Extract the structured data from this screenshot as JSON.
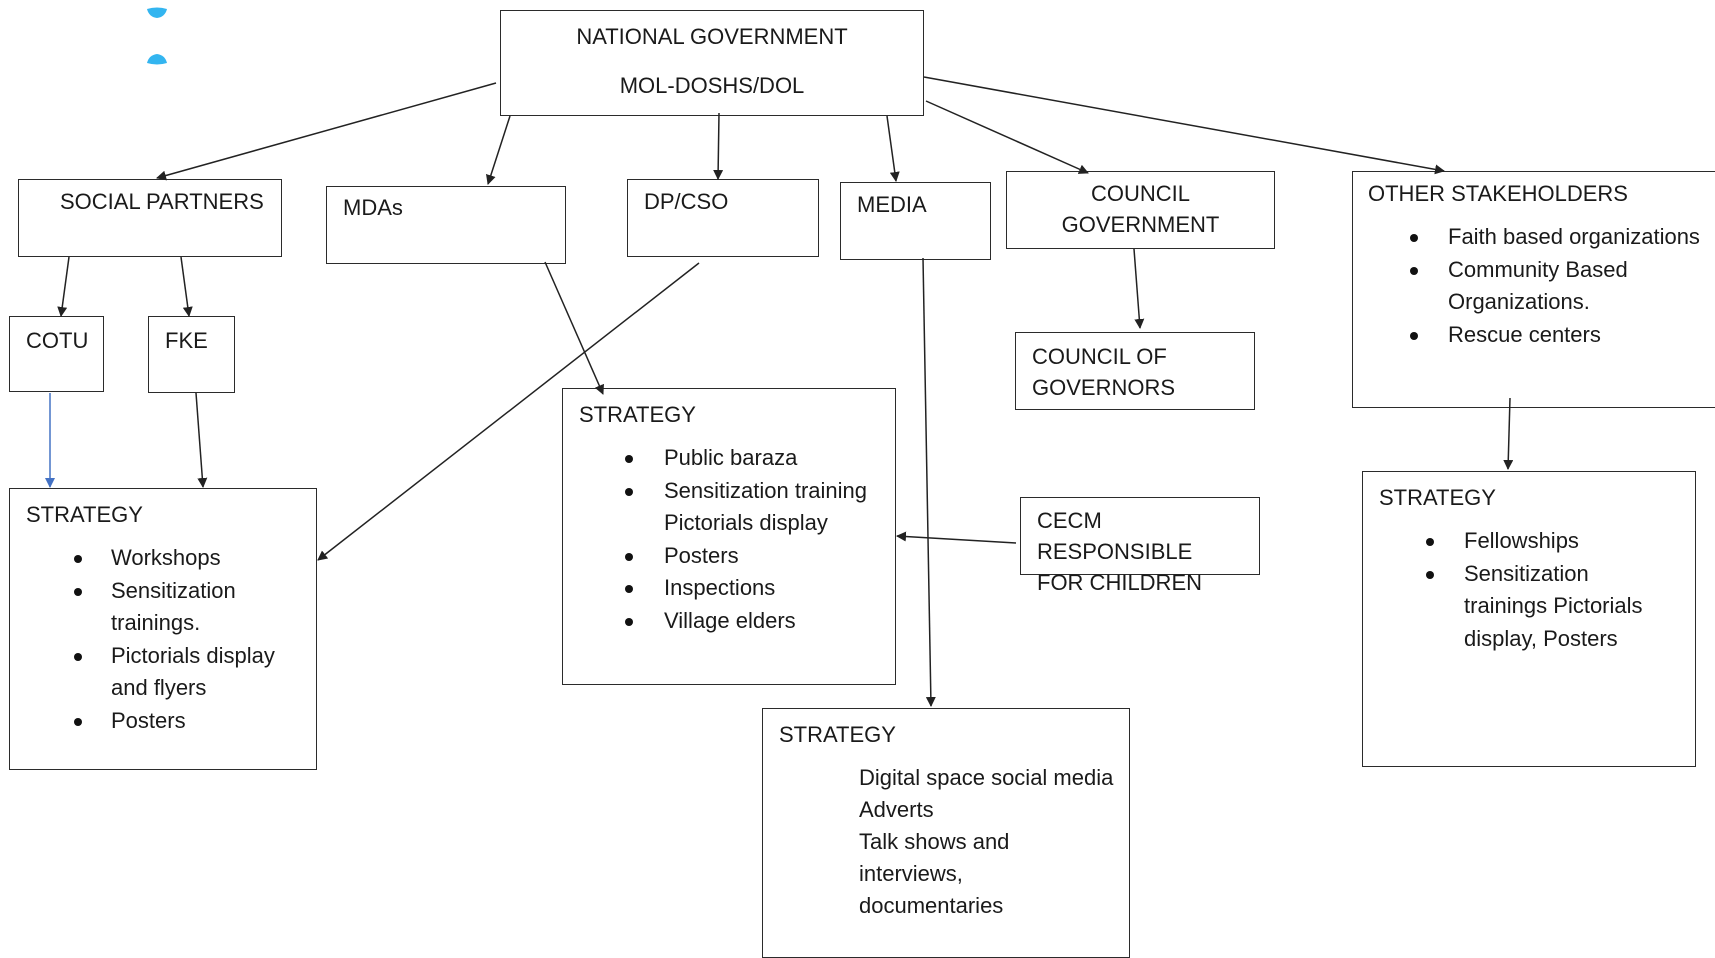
{
  "nodes": {
    "national": {
      "line1": "NATIONAL GOVERNMENT",
      "line2": "MOL-DOSHS/DOL"
    },
    "social_partners": {
      "label": "SOCIAL PARTNERS"
    },
    "mdas": {
      "label": "MDAs"
    },
    "dp_cso": {
      "label": "DP/CSO"
    },
    "media": {
      "label": "MEDIA"
    },
    "council_government": {
      "line1": "COUNCIL",
      "line2": "GOVERNMENT"
    },
    "other_stakeholders": {
      "label": "OTHER STAKEHOLDERS",
      "items": [
        "Faith based organizations",
        "Community Based Organizations.",
        "Rescue centers"
      ]
    },
    "cotu": {
      "label": "COTU"
    },
    "fke": {
      "label": "FKE"
    },
    "council_of_governors": {
      "line1": "COUNCIL OF",
      "line2": "GOVERNORS"
    },
    "cecm": {
      "line1": "CECM RESPONSIBLE",
      "line2": "FOR CHILDREN"
    },
    "strategy_social": {
      "title": "STRATEGY",
      "items": [
        "Workshops",
        "Sensitization trainings.",
        "Pictorials display and flyers",
        "Posters"
      ]
    },
    "strategy_mdas": {
      "title": "STRATEGY",
      "items": [
        "Public baraza",
        "Sensitization training Pictorials display",
        "Posters",
        "Inspections",
        "Village elders"
      ]
    },
    "strategy_media": {
      "title": "STRATEGY",
      "lines": [
        "Digital space social media",
        "Adverts",
        "Talk shows and",
        "interviews,",
        "documentaries"
      ]
    },
    "strategy_other": {
      "title": "STRATEGY",
      "items": [
        "Fellowships",
        "Sensitization trainings Pictorials display, Posters"
      ]
    }
  },
  "connectors": [
    {
      "from": "national",
      "to": "social_partners"
    },
    {
      "from": "national",
      "to": "mdas"
    },
    {
      "from": "national",
      "to": "dp_cso"
    },
    {
      "from": "national",
      "to": "media"
    },
    {
      "from": "national",
      "to": "council_government"
    },
    {
      "from": "national",
      "to": "other_stakeholders"
    },
    {
      "from": "social_partners",
      "to": "cotu"
    },
    {
      "from": "social_partners",
      "to": "fke"
    },
    {
      "from": "cotu",
      "to": "strategy_social"
    },
    {
      "from": "fke",
      "to": "strategy_social"
    },
    {
      "from": "dp_cso",
      "to": "strategy_social"
    },
    {
      "from": "mdas",
      "to": "strategy_mdas"
    },
    {
      "from": "cecm",
      "to": "strategy_mdas"
    },
    {
      "from": "media",
      "to": "strategy_media"
    },
    {
      "from": "council_government",
      "to": "council_of_governors"
    },
    {
      "from": "other_stakeholders",
      "to": "strategy_other"
    }
  ],
  "colors": {
    "line": "#222222",
    "accent_line": "#4472C4",
    "handle": "#33B5F0"
  },
  "icons": [
    "text-box-handle-icon",
    "text-box-handle-icon"
  ]
}
